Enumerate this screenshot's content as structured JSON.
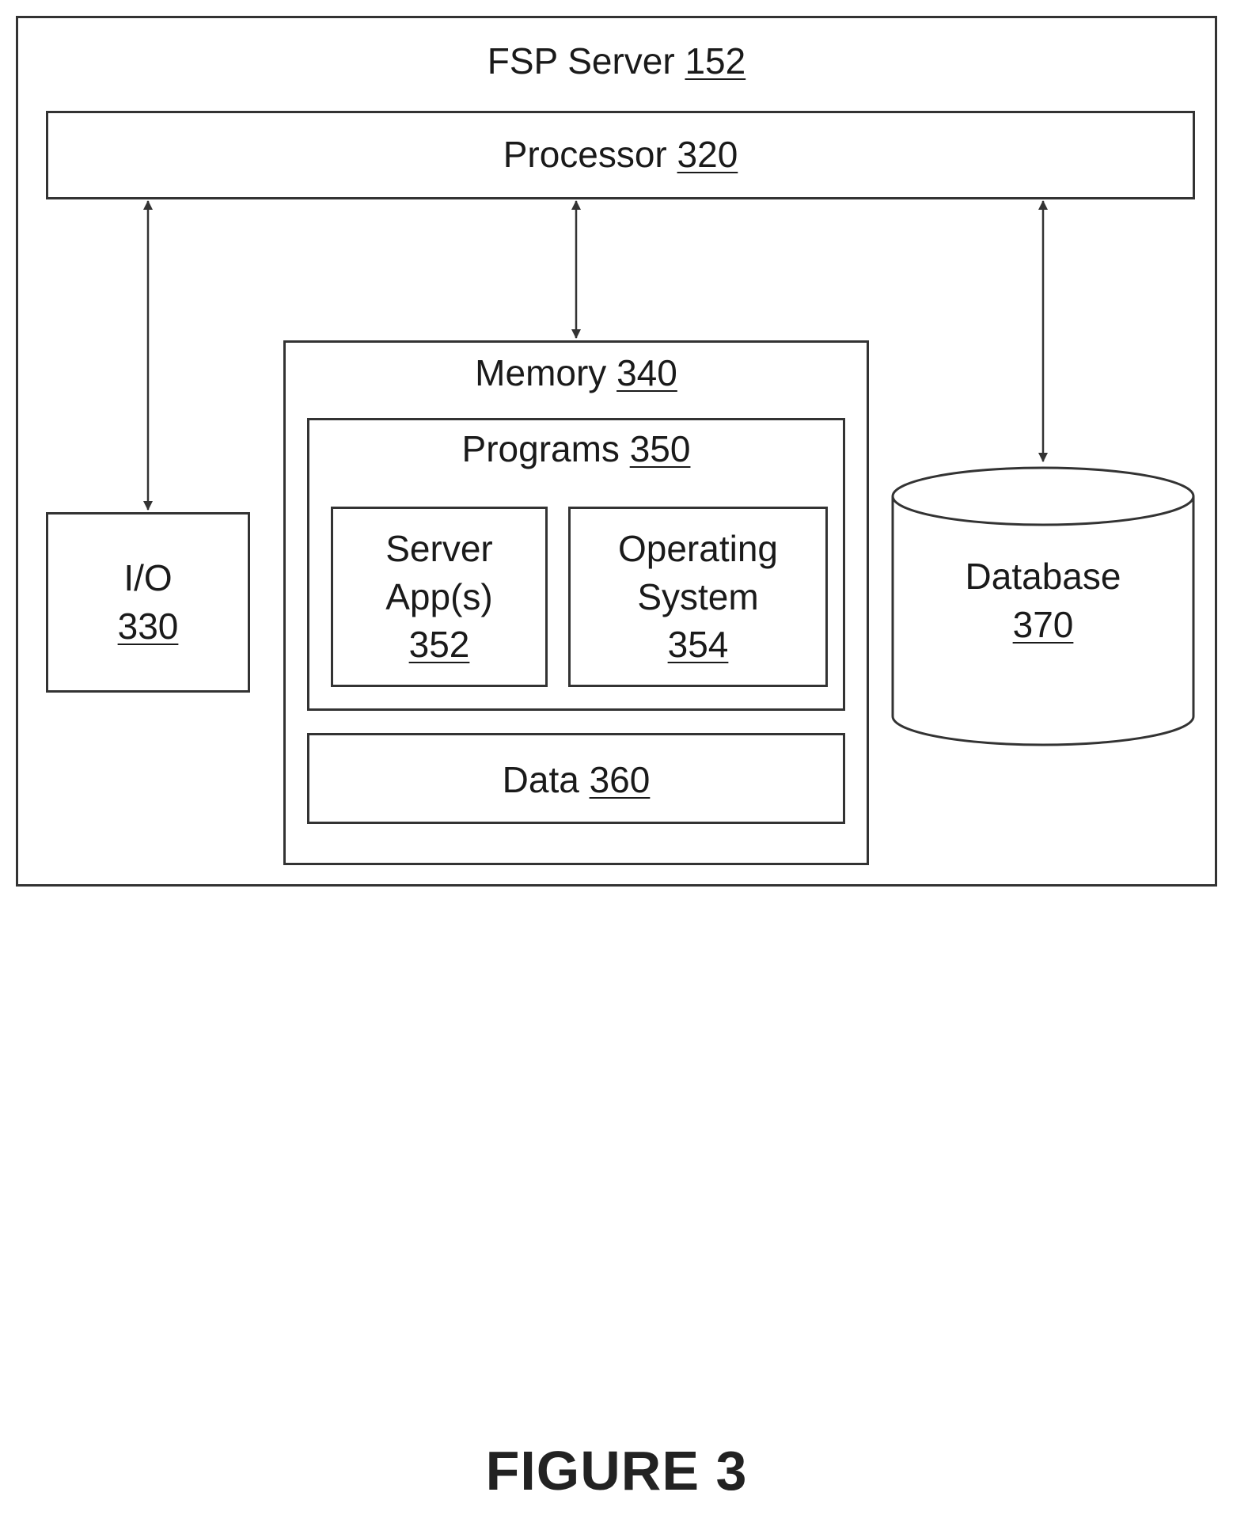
{
  "server": {
    "name": "FSP Server",
    "ref": "152"
  },
  "processor": {
    "name": "Processor",
    "ref": "320"
  },
  "io": {
    "name": "I/O",
    "ref": "330"
  },
  "memory": {
    "name": "Memory",
    "ref": "340"
  },
  "programs": {
    "name": "Programs",
    "ref": "350"
  },
  "server_apps": {
    "line1": "Server",
    "line2": "App(s)",
    "ref": "352"
  },
  "operating_system": {
    "line1": "Operating",
    "line2": "System",
    "ref": "354"
  },
  "data": {
    "name": "Data",
    "ref": "360"
  },
  "database": {
    "name": "Database",
    "ref": "370"
  },
  "figure": {
    "label": "FIGURE 3"
  }
}
